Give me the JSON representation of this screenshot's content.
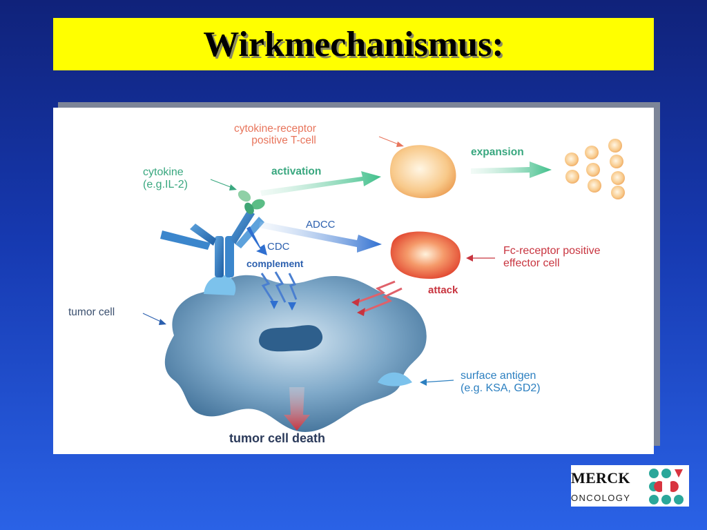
{
  "title": "Wirkmechanismus:",
  "diagram": {
    "labels": {
      "cytokine_receptor": "cytokine-receptor\npositive T-cell",
      "expansion": "expansion",
      "cytokine": "cytokine\n(e.g.IL-2)",
      "activation": "activation",
      "adcc": "ADCC",
      "cdc": "CDC",
      "complement": "complement",
      "fc_receptor": "Fc-receptor positive\neffector cell",
      "attack": "attack",
      "tumor_cell": "tumor cell",
      "surface_antigen": "surface antigen\n(e.g. KSA, GD2)",
      "tumor_cell_death": "tumor cell death"
    }
  },
  "logo": {
    "brand": "MERCK",
    "division": "ONCOLOGY"
  },
  "colors": {
    "title_bg": "#ffff00",
    "green": "#39a77f",
    "orange": "#e8755c",
    "red": "#c8343f",
    "blue": "#2b5fae"
  }
}
